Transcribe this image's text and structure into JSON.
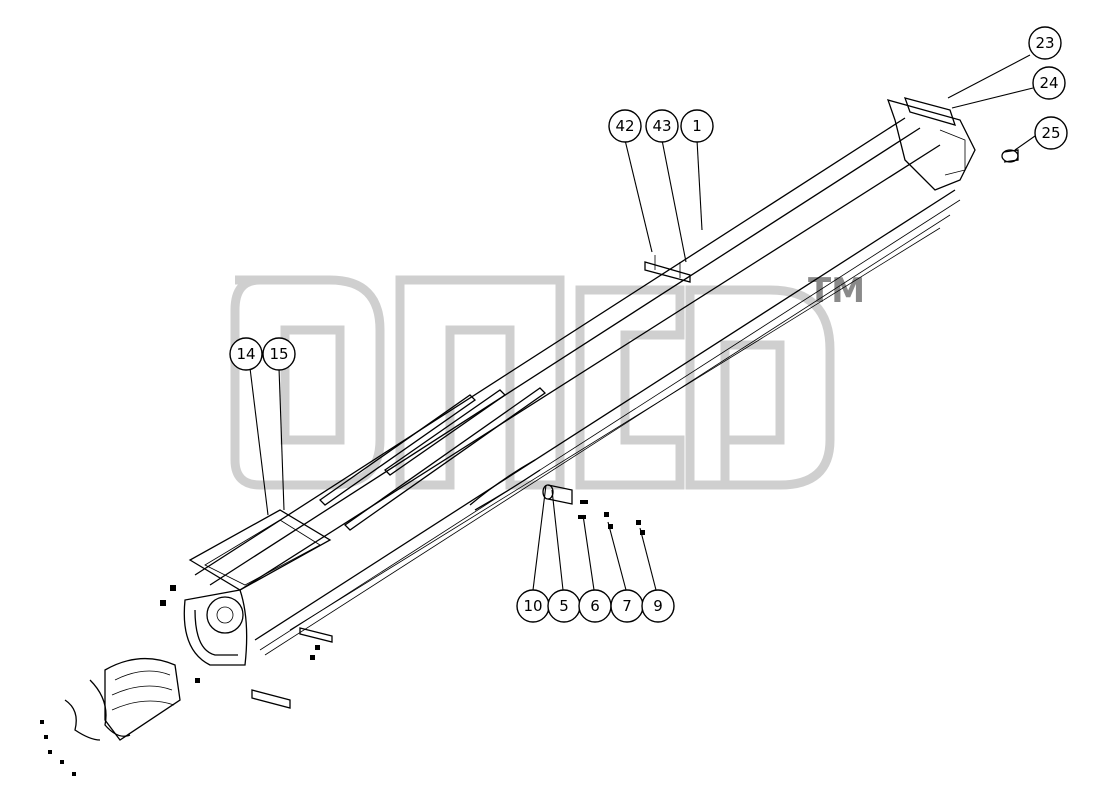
{
  "callouts": [
    {
      "id": "c42",
      "label": "42"
    },
    {
      "id": "c43",
      "label": "43"
    },
    {
      "id": "c1",
      "label": "1"
    },
    {
      "id": "c23",
      "label": "23"
    },
    {
      "id": "c24",
      "label": "24"
    },
    {
      "id": "c25",
      "label": "25"
    },
    {
      "id": "c14",
      "label": "14"
    },
    {
      "id": "c15",
      "label": "15"
    },
    {
      "id": "c10",
      "label": "10"
    },
    {
      "id": "c5",
      "label": "5"
    },
    {
      "id": "c6",
      "label": "6"
    },
    {
      "id": "c7",
      "label": "7"
    },
    {
      "id": "c9",
      "label": "9"
    }
  ],
  "watermark": {
    "trademark": "TM"
  }
}
